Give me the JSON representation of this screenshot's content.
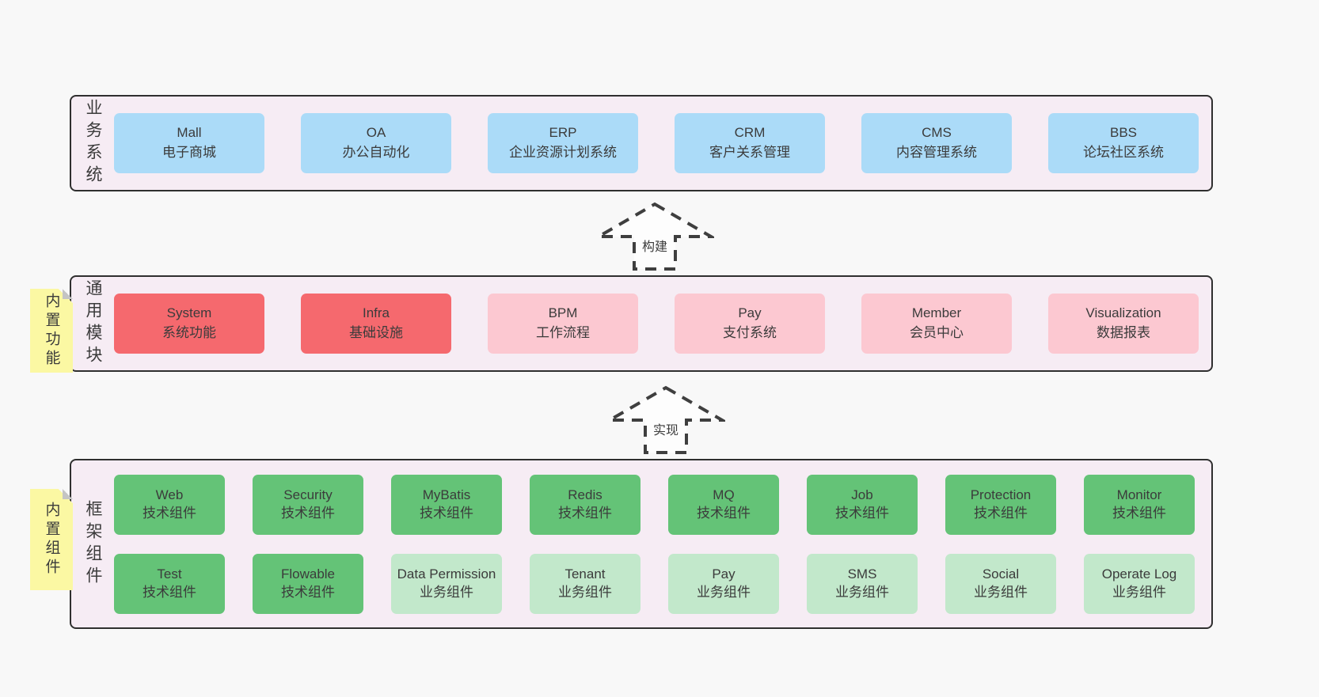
{
  "colors": {
    "page_bg": "#f8f8f8",
    "band_bg": "#f6ecf4",
    "border": "#2f2f2f",
    "text": "#3b3b3b",
    "blue": "#abdbf8",
    "red": "#f5696e",
    "pink": "#fcc8d1",
    "green_dark": "#64c377",
    "green_light": "#c2e8cb",
    "sticky": "#fbf8a3",
    "fold": "#c4c4c4"
  },
  "arrows": [
    {
      "label": "构建"
    },
    {
      "label": "实现"
    }
  ],
  "bands": {
    "business": {
      "label": "业务系统",
      "boxes": [
        {
          "title": "Mall",
          "subtitle": "电子商城"
        },
        {
          "title": "OA",
          "subtitle": "办公自动化"
        },
        {
          "title": "ERP",
          "subtitle": "企业资源计划系统"
        },
        {
          "title": "CRM",
          "subtitle": "客户关系管理"
        },
        {
          "title": "CMS",
          "subtitle": "内容管理系统"
        },
        {
          "title": "BBS",
          "subtitle": "论坛社区系统"
        }
      ]
    },
    "modules": {
      "label": "通用模块",
      "sticky": "内置功能",
      "boxes": [
        {
          "title": "System",
          "subtitle": "系统功能"
        },
        {
          "title": "Infra",
          "subtitle": "基础设施"
        },
        {
          "title": "BPM",
          "subtitle": "工作流程"
        },
        {
          "title": "Pay",
          "subtitle": "支付系统"
        },
        {
          "title": "Member",
          "subtitle": "会员中心"
        },
        {
          "title": "Visualization",
          "subtitle": "数据报表"
        }
      ]
    },
    "framework": {
      "label": "框架组件",
      "sticky": "内置组件",
      "row1": [
        {
          "title": "Web",
          "subtitle": "技术组件"
        },
        {
          "title": "Security",
          "subtitle": "技术组件"
        },
        {
          "title": "MyBatis",
          "subtitle": "技术组件"
        },
        {
          "title": "Redis",
          "subtitle": "技术组件"
        },
        {
          "title": "MQ",
          "subtitle": "技术组件"
        },
        {
          "title": "Job",
          "subtitle": "技术组件"
        },
        {
          "title": "Protection",
          "subtitle": "技术组件"
        },
        {
          "title": "Monitor",
          "subtitle": "技术组件"
        }
      ],
      "row2": [
        {
          "title": "Test",
          "subtitle": "技术组件"
        },
        {
          "title": "Flowable",
          "subtitle": "技术组件"
        },
        {
          "title": "Data Permission",
          "subtitle": "业务组件"
        },
        {
          "title": "Tenant",
          "subtitle": "业务组件"
        },
        {
          "title": "Pay",
          "subtitle": "业务组件"
        },
        {
          "title": "SMS",
          "subtitle": "业务组件"
        },
        {
          "title": "Social",
          "subtitle": "业务组件"
        },
        {
          "title": "Operate Log",
          "subtitle": "业务组件"
        }
      ]
    }
  }
}
